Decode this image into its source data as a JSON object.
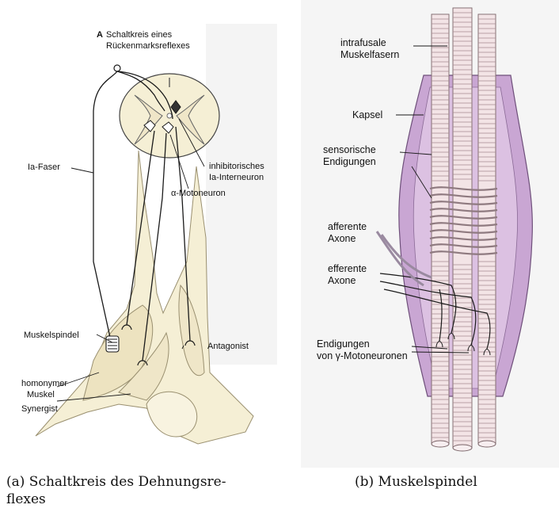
{
  "panel_a": {
    "heading_letter": "A",
    "heading_line1": "Schaltkreis eines",
    "heading_line2": "Rückenmarksreflexes",
    "labels": {
      "ia_faser": "Ia-Faser",
      "inhib_line1": "inhibitorisches",
      "inhib_line2": "Ia-Interneuron",
      "motoneuron": "α-Motoneuron",
      "muskelspindel": "Muskelspindel",
      "antagonist": "Antagonist",
      "homonym_line1": "homonymer",
      "homonym_line2": "Muskel",
      "synergist": "Synergist"
    },
    "caption_line1": "(a) Schaltkreis des Dehnungsre-",
    "caption_line2": "flexes"
  },
  "panel_b": {
    "labels": {
      "intrafusal_line1": "intrafusale",
      "intrafusal_line2": "Muskelfasern",
      "kapsel": "Kapsel",
      "sensor_line1": "sensorische",
      "sensor_line2": "Endigungen",
      "afferent_line1": "afferente",
      "afferent_line2": "Axone",
      "efferent_line1": "efferente",
      "efferent_line2": "Axone",
      "endigungen_line1": "Endigungen",
      "endigungen_line2": "von γ-Motoneuronen"
    },
    "caption": "(b) Muskelspindel"
  },
  "colors": {
    "tissue": "#f5efd5",
    "capsule": "#c9a6d3",
    "fiber": "#f3e4e6",
    "line": "#1a1a1a"
  }
}
